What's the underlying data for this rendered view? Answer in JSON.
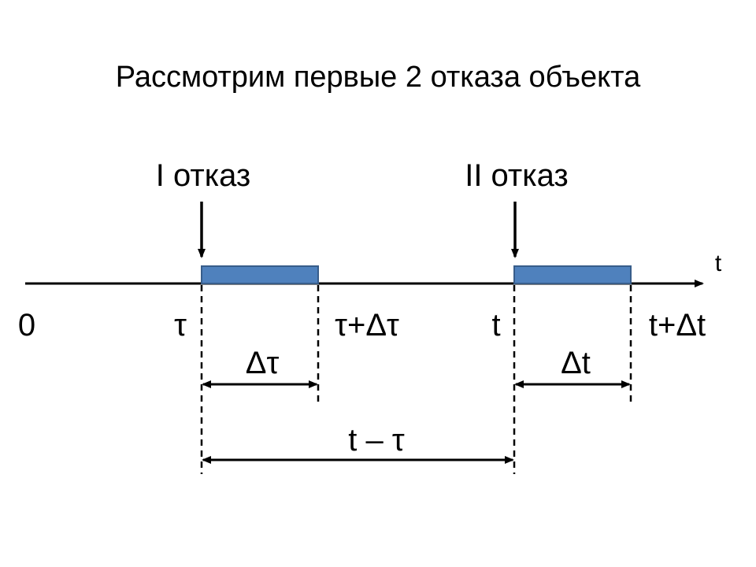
{
  "title": "Рассмотрим первые 2 отказа объекта",
  "failures": [
    {
      "label": "I отказ"
    },
    {
      "label": "II отказ"
    }
  ],
  "axis": {
    "name": "t",
    "ticks": [
      "0",
      "τ",
      "τ+Δτ",
      "t",
      "t+Δt"
    ]
  },
  "intervals": {
    "delta_tau": "Δτ",
    "delta_t": "Δt",
    "t_minus_tau": "t – τ"
  },
  "colors": {
    "bar_fill": "#4F81BD",
    "bar_stroke": "#385D8A",
    "line": "#000000"
  }
}
